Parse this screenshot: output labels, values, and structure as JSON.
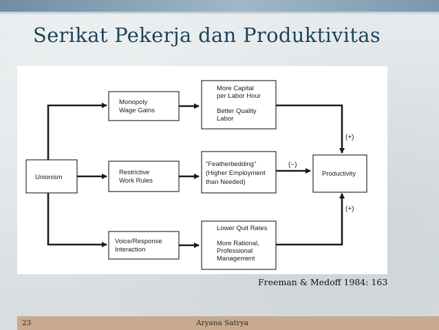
{
  "slide": {
    "title": "Serikat Pekerja dan Produktivitas",
    "citation": "Freeman & Medoff 1984: 163",
    "page_number": "23",
    "author": "Aryana Satrya"
  },
  "diagram": {
    "unionism": [
      "Unionism"
    ],
    "monopoly": [
      "Monopoly",
      "Wage Gains"
    ],
    "restrictive": [
      "Restrictive",
      "Work Rules"
    ],
    "voice": [
      "Voice/Response",
      "Interaction"
    ],
    "capital": [
      "More Capital",
      "per Labor Hour",
      "",
      "Better Quality",
      "Labor"
    ],
    "featherbedding": [
      "\"Featherbedding\"",
      "(Higher Employment",
      "than Needed)"
    ],
    "quit": [
      "Lower Quit Rates",
      "",
      "More Rational,",
      "Professional",
      "Management"
    ],
    "productivity": [
      "Productivity"
    ],
    "signs": {
      "top": "(+)",
      "middle": "(−)",
      "bottom": "(+)"
    }
  },
  "colors": {
    "title": "#1c4358",
    "footer_bar": "#c9a98e",
    "top_bar": "#7f9db1"
  }
}
